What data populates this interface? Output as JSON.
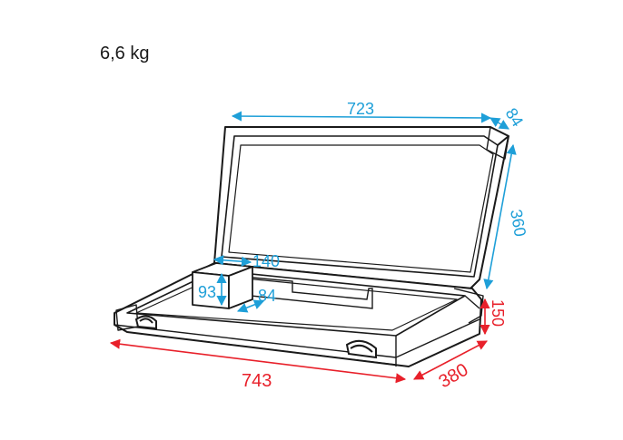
{
  "weight_label": "6,6 kg",
  "colors": {
    "outline": "#1a1a1a",
    "dim_blue": "#1e9fd8",
    "dim_red": "#e8202a"
  },
  "dimensions": {
    "lid_width": "723",
    "lid_depth": "84",
    "lid_height": "360",
    "compartment_width": "140",
    "compartment_height": "93",
    "compartment_depth": "84",
    "base_height": "150",
    "outer_length": "743",
    "outer_depth": "380"
  }
}
